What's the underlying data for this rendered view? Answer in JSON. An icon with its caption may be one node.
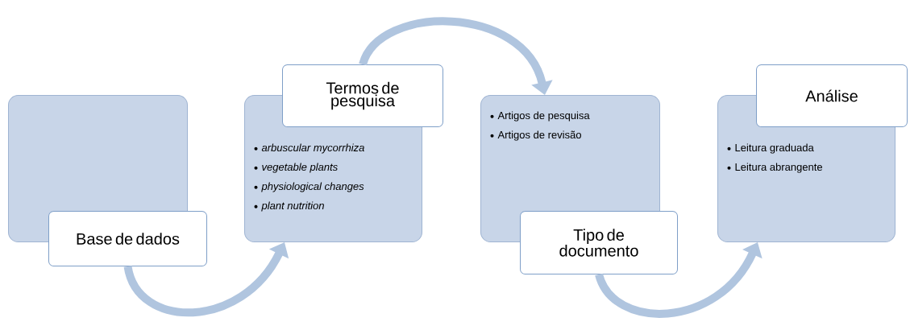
{
  "diagram": {
    "nodes": [
      {
        "text": [],
        "shape": "box"
      },
      {
        "text": [
          "Base de dados"
        ]
      },
      {
        "text": [
          "Termos de pesquisa"
        ]
      },
      {
        "text": [
          "arbuscular mycorrhiza",
          "vegetable plants",
          "physiological changes",
          "plant nutrition"
        ]
      },
      {
        "text": [
          "Artigos de pesquisa",
          "Artigos de revisão"
        ]
      },
      {
        "text": [
          "Tipo de documento"
        ]
      },
      {
        "text": [
          "Análise"
        ]
      },
      {
        "text": [
          "Leitura graduada",
          "Leitura abrangente"
        ]
      }
    ],
    "edges": [
      {
        "from": 1,
        "to": 3,
        "arrow": "to"
      },
      {
        "from": 2,
        "to": 4,
        "arrow": "to"
      },
      {
        "from": 5,
        "to": 7,
        "arrow": "to"
      }
    ]
  }
}
